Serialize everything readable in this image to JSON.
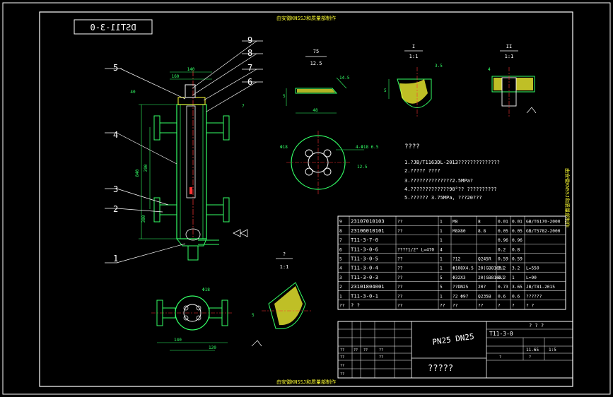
{
  "colors": {
    "background": "#000000",
    "border": "#ffffff",
    "outline": "#33ff66",
    "text": "#ffffff",
    "dimension": "#33ff66",
    "hatch": "#ffff33",
    "centerline": "#ff3333",
    "accent": "#00ffff"
  },
  "sheet": {
    "top_label": "由安徽KNSSJ和质量部制作",
    "bottom_label": "由安徽KNSSJ和质量部制作",
    "side_label": "由安徽KNSSJ和质量部制作",
    "drawing_code_mirrored": "DST11-3-0"
  },
  "main_view": {
    "part_callouts": [
      "1",
      "2",
      "3",
      "4",
      "5",
      "6",
      "7",
      "8",
      "9"
    ],
    "dim_top_a": "140",
    "dim_top_b": "160",
    "dim_vertical_a": "840",
    "dim_vertical_b": "390",
    "dim_vertical_c": "300",
    "dim_small_d": "40",
    "dim_right_label": "7"
  },
  "detail_a": {
    "label_top": "75",
    "label_bottom": "12.5",
    "dims": [
      "48",
      "5",
      "14.5",
      "48"
    ]
  },
  "detail_b": {
    "label_top": "I",
    "label_bottom": "1:1",
    "dims": [
      "5",
      "3.5"
    ]
  },
  "detail_c": {
    "label_top": "II",
    "label_bottom": "1:1",
    "dims": [
      "4"
    ]
  },
  "detail_d": {
    "label_top": "?",
    "label_bottom": "1:1",
    "dims": [
      "5"
    ]
  },
  "flange_view": {
    "dims": [
      "Φ18",
      "4-Φ18 6.5",
      "12.5"
    ]
  },
  "bottom_view": {
    "dims": [
      "Φ18",
      "140",
      "120"
    ]
  },
  "notes": {
    "title": "????",
    "items": [
      "1.?JB/T1163DL-2013??????????????",
      "2.????? ????",
      "3.??????????????2.5MPa?",
      "4.?????????????90°?? ??????????",
      "5.?????? 3.75MPa, ???20???"
    ]
  },
  "bom": {
    "rows": [
      {
        "no": "9",
        "code": "23107010103",
        "name": "??",
        "qty": "1",
        "material": "M8",
        "spec": "8",
        "unit_wt": "0.01",
        "total_wt": "0.01",
        "remark": "GB/T6170-2000"
      },
      {
        "no": "8",
        "code": "23106010101",
        "name": "??",
        "qty": "1",
        "material": "M8X80",
        "spec": "8.8",
        "unit_wt": "0.05",
        "total_wt": "0.05",
        "remark": "GB/T5782-2000"
      },
      {
        "no": "7",
        "code": "T11-3-7-0",
        "name": "",
        "qty": "1",
        "material": "",
        "spec": "",
        "unit_wt": "0.96",
        "total_wt": "0.96",
        "remark": ""
      },
      {
        "no": "6",
        "code": "T11-3-0-6",
        "name": "????1/2\" L=470",
        "qty": "4",
        "material": "",
        "spec": "",
        "unit_wt": "0.2",
        "total_wt": "0.8",
        "remark": ""
      },
      {
        "no": "5",
        "code": "T11-3-0-5",
        "name": "??",
        "qty": "1",
        "material": "?12",
        "spec": "Q245R",
        "unit_wt": "0.59",
        "total_wt": "0.59",
        "remark": ""
      },
      {
        "no": "4",
        "code": "T11-3-0-4",
        "name": "??",
        "qty": "1",
        "material": "Φ108X4.5",
        "spec": "20(GB8163)",
        "unit_wt": "3.2",
        "total_wt": "3.2",
        "remark": "L=550"
      },
      {
        "no": "3",
        "code": "T11-3-0-3",
        "name": "??",
        "qty": "5",
        "material": "Φ32X3",
        "spec": "20(GB8163)",
        "unit_wt": "0.2",
        "total_wt": "1",
        "remark": "L=90"
      },
      {
        "no": "2",
        "code": "23101804001",
        "name": "??",
        "qty": "5",
        "material": "??DN25",
        "spec": "20?",
        "unit_wt": "0.73",
        "total_wt": "3.65",
        "remark": "JB/T81-2015"
      },
      {
        "no": "1",
        "code": "T11-3-0-1",
        "name": "??",
        "qty": "1",
        "material": "?2 Φ97",
        "spec": "Q235B",
        "unit_wt": "0.6",
        "total_wt": "0.6",
        "remark": "??????"
      }
    ],
    "header": {
      "no": "??",
      "code": "?  ?",
      "name": "??",
      "qty": "??",
      "material": "??",
      "spec": "??",
      "unit_wt": "?",
      "total_wt": "?",
      "remark": "? ?"
    }
  },
  "title_block": {
    "product_name": "PN25 DN25",
    "drawing_no": "T11-3-0",
    "drawing_title": "?????",
    "company": "? ? ?",
    "weight": "11.65",
    "scale": "1:5",
    "cells": [
      "??",
      "??",
      "??",
      "??",
      "??",
      "??",
      "??",
      "??",
      "?",
      "?"
    ]
  }
}
